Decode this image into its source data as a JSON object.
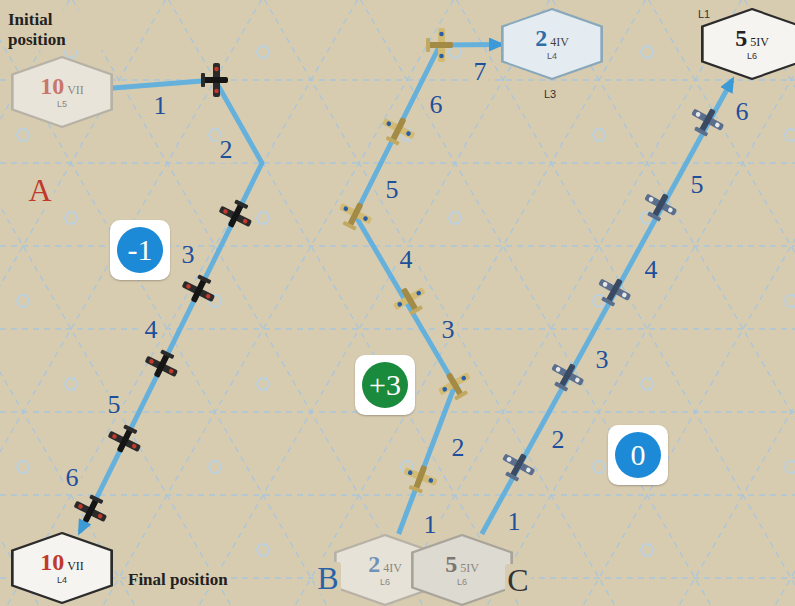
{
  "diagram": {
    "nodes": [
      {
        "text": [
          "2",
          "4IV",
          "L4"
        ]
      },
      {
        "text": [
          "5",
          "5IV",
          "L6"
        ]
      },
      {
        "text": [
          "10",
          "VII",
          "L5"
        ]
      },
      {
        "text": [
          "-1"
        ]
      },
      {
        "text": [
          "+3"
        ]
      },
      {
        "text": [
          "0"
        ]
      },
      {
        "text": [
          "10",
          "VII",
          "L4"
        ]
      },
      {
        "text": [
          "2",
          "4IV",
          "L6"
        ]
      },
      {
        "text": [
          "5",
          "5IV",
          "L6"
        ]
      }
    ],
    "edges": [
      {
        "from": 2,
        "to": 6,
        "arrow": "to"
      },
      {
        "from": 7,
        "to": 0,
        "arrow": "to"
      },
      {
        "from": 8,
        "to": 1,
        "arrow": "to"
      }
    ],
    "labels": [
      "Initial position",
      "A",
      "Final position",
      "B",
      "C",
      "L3",
      "L1",
      "1",
      "2",
      "3",
      "4",
      "5",
      "6",
      "1",
      "2",
      "3",
      "4",
      "5",
      "6",
      "7",
      "1",
      "2",
      "3",
      "4",
      "5",
      "6"
    ]
  }
}
